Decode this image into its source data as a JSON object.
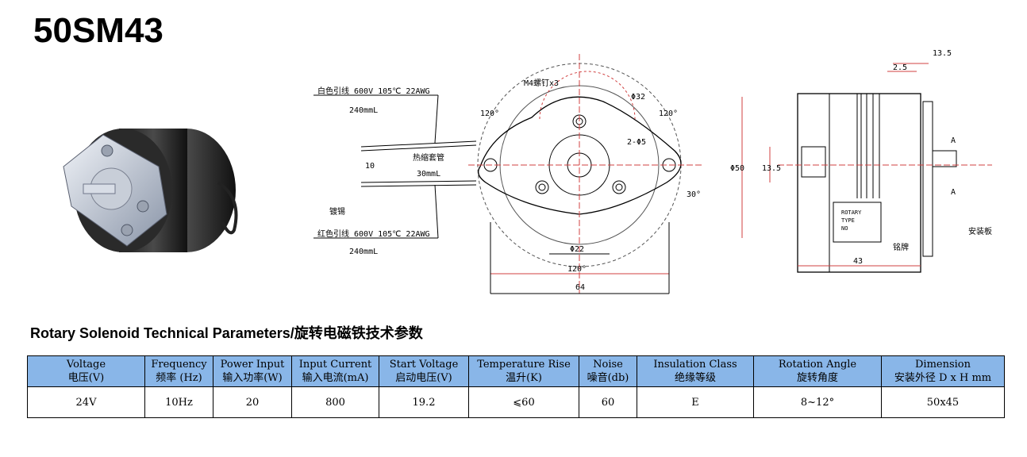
{
  "title": "50SM43",
  "drawing": {
    "lead_white": "白色引线 600V 105℃ 22AWG",
    "lead_white_len": "240mmL",
    "lead_red": "红色引线 600V 105℃ 22AWG",
    "lead_red_len": "240mmL",
    "shrink_tube": "热缩套管",
    "tube_len": "30mmL",
    "tin": "镀锡",
    "strip_len": "10",
    "screw": "M4螺钉x3",
    "dia32": "Φ32",
    "holes": "2-Φ5",
    "dia22": "Φ22",
    "angle_tl": "120°",
    "angle_tr": "120°",
    "angle_b": "120°",
    "angle_30": "30°",
    "width64": "64",
    "dim_25": "2.5",
    "dim_135_top": "13.5",
    "dim_135_side": "13.5",
    "dia50": "Φ50",
    "len43": "43",
    "nameplate": "铭牌",
    "mount_plate": "安装板",
    "label_rotary": "ROTARY",
    "label_type": "TYPE",
    "label_no": "NO",
    "section_a1": "A",
    "section_a2": "A"
  },
  "subtitle": "Rotary Solenoid Technical Parameters/旋转电磁铁技术参数",
  "table": {
    "headers": [
      {
        "en": "Voltage",
        "cn": "电压(V)"
      },
      {
        "en": "Frequency",
        "cn": "频率 (Hz)"
      },
      {
        "en": "Power Input",
        "cn": "输入功率(W)"
      },
      {
        "en": "Input Current",
        "cn": "输入电流(mA)"
      },
      {
        "en": "Start Voltage",
        "cn": "启动电压(V)"
      },
      {
        "en": "Temperature Rise",
        "cn": "温升(K)"
      },
      {
        "en": "Noise",
        "cn": "噪音(db)"
      },
      {
        "en": "Insulation Class",
        "cn": "绝缘等级"
      },
      {
        "en": "Rotation Angle",
        "cn": "旋转角度"
      },
      {
        "en": "Dimension",
        "cn": "安装外径 D x H mm"
      }
    ],
    "values": [
      "24V",
      "10Hz",
      "20",
      "800",
      "19.2",
      "⩽60",
      "60",
      "E",
      "8~12°",
      "50x45"
    ]
  },
  "colors": {
    "header_bg": "#89b6e8",
    "dim_line": "#d04040"
  }
}
